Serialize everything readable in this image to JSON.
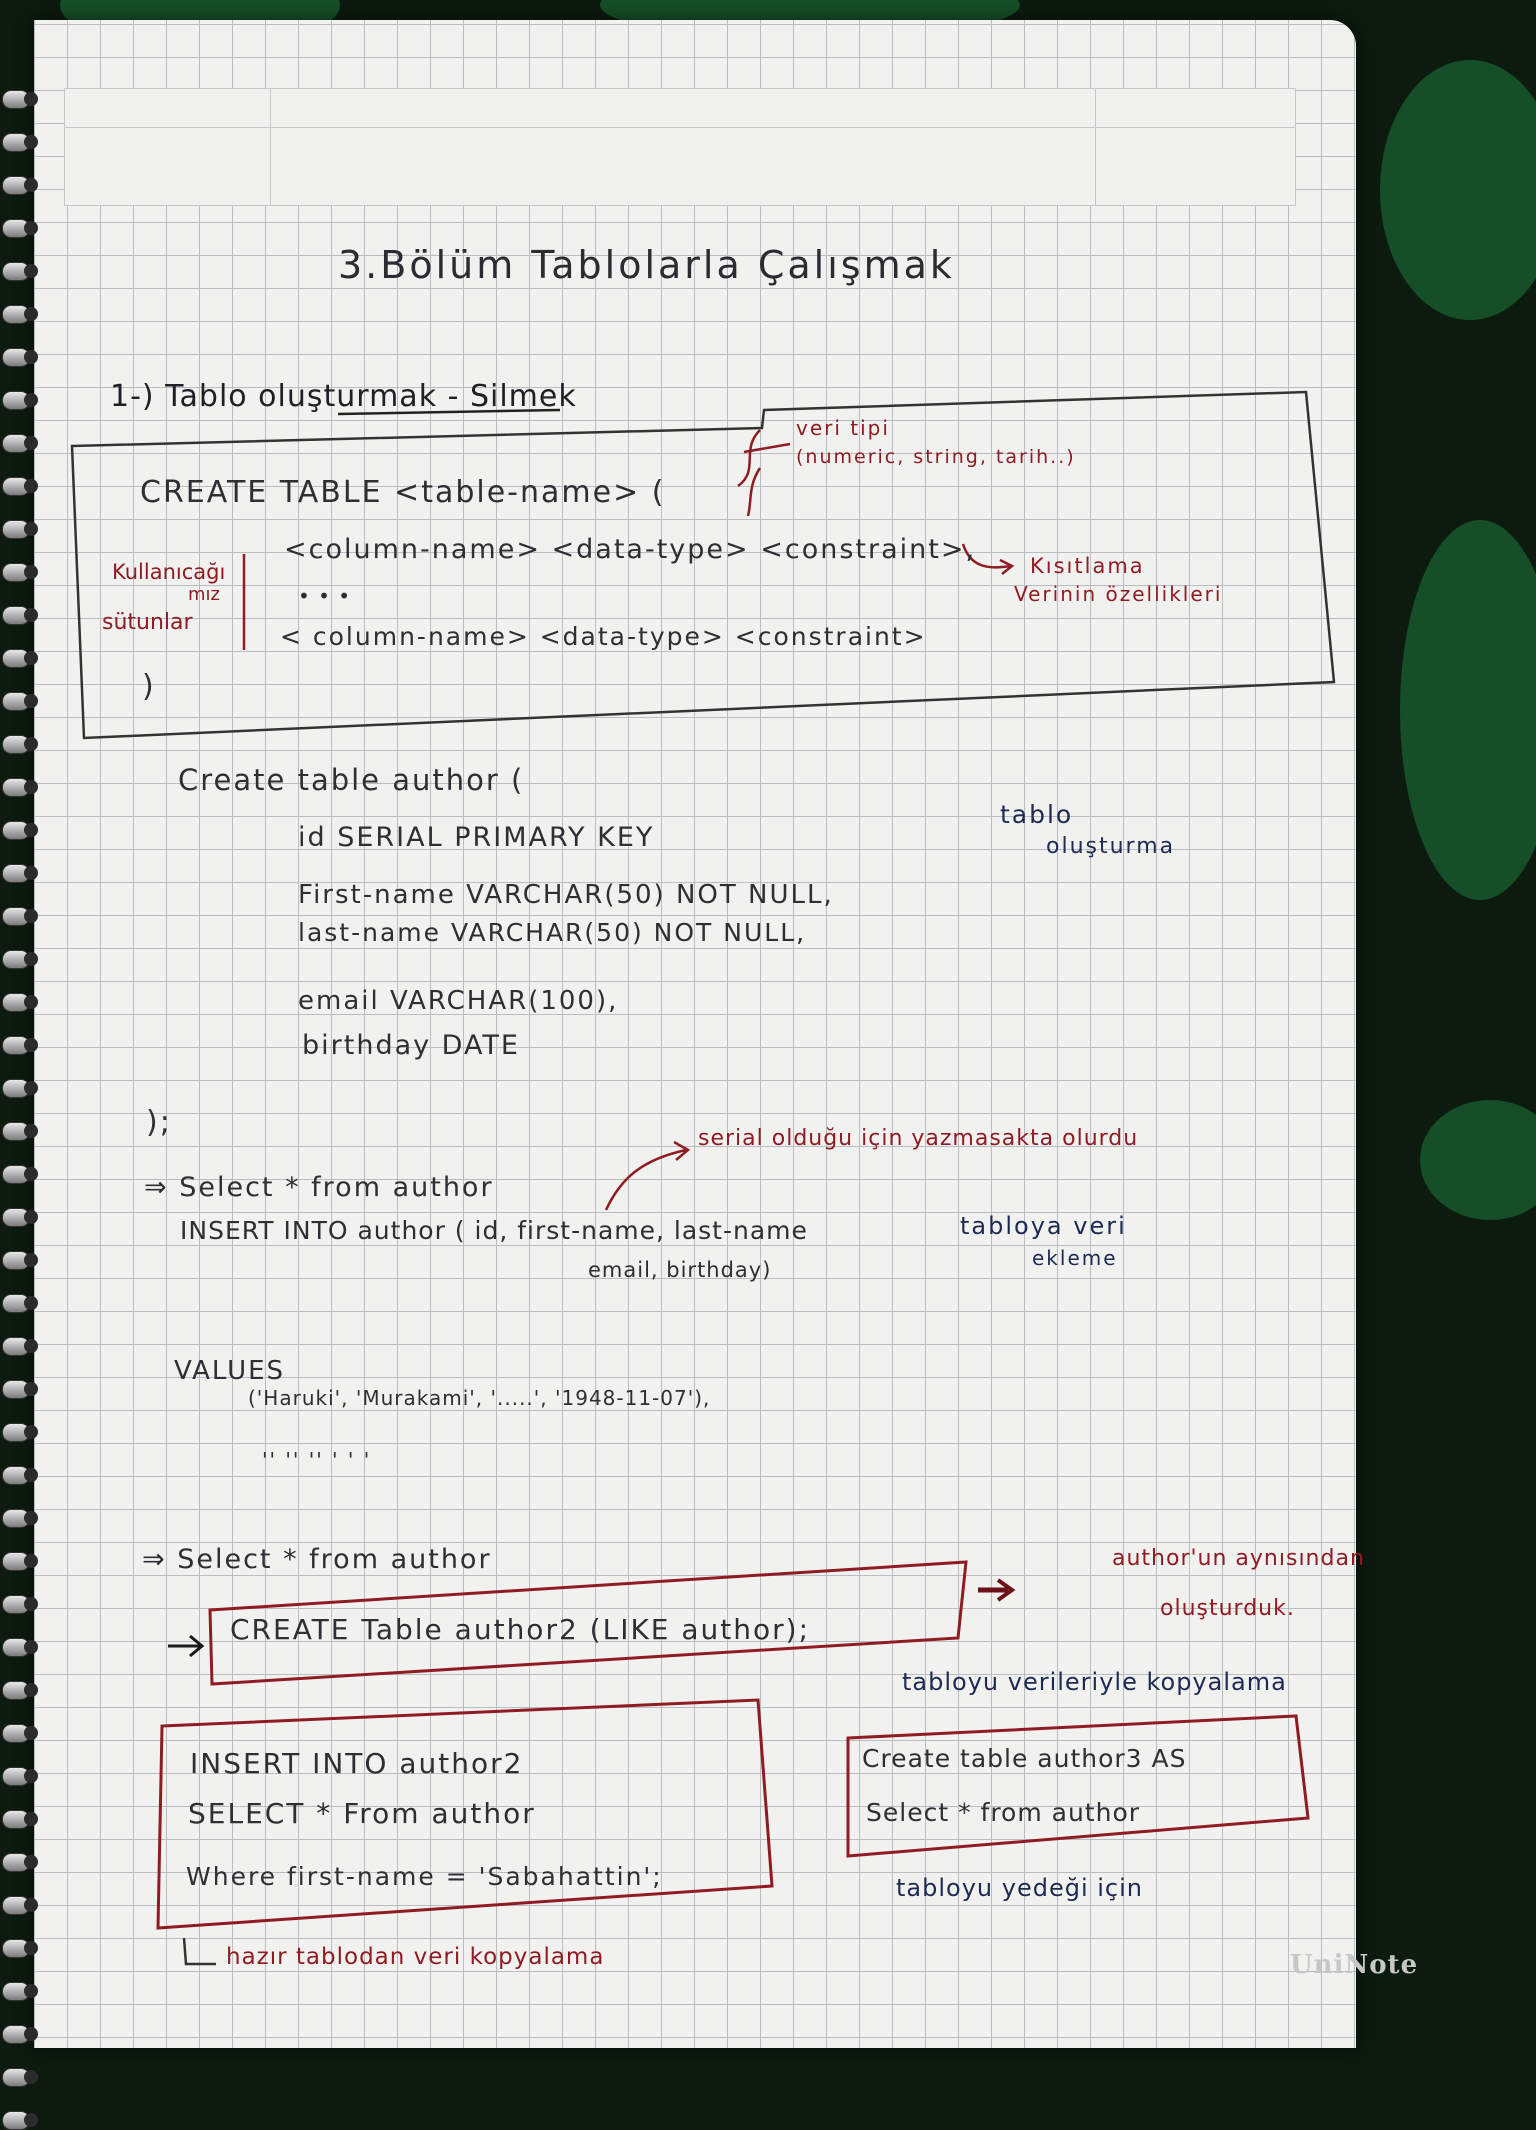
{
  "chapter_title": "3.Bölüm Tablolarla Çalışmak",
  "section_heading": "1-) Tablo oluşturmak - Silmek",
  "syntax": {
    "create_line": "CREATE   TABLE  <table-name> (",
    "column_line1": "<column-name>   <data-type> <constraint>,",
    "ellipsis": "• • •",
    "column_line2": "< column-name> <data-type> <constraint>",
    "close_paren": ")",
    "side_label_line1": "Kullanıcağı",
    "side_label_line2": "mız",
    "side_label_line3": "sütunlar",
    "note_datatype_line1": "veri tipi",
    "note_datatype_line2": "(numeric, string, tarih..)",
    "note_constraint_line1": "Kısıtlama",
    "note_constraint_line2": "Verinin özellikleri"
  },
  "create_author": {
    "open_line": "Create  table  author (",
    "fields": [
      "id  SERIAL   PRIMARY KEY",
      "First-name   VARCHAR(50)  NOT NULL,",
      "last-name    VARCHAR(50)   NOT NULL,",
      "email  VARCHAR(100),",
      "birthday   DATE"
    ],
    "close_line": ");",
    "note_line1": "tablo",
    "note_line2": "oluşturma"
  },
  "select1": "⇒ Select   *   from  author",
  "serial_note": "serial olduğu için yazmasakta olurdu",
  "insert": {
    "line1": "INSERT  INTO  author ( id, first-name, last-name",
    "line2": "email, birthday)",
    "note_line1": "tabloya veri",
    "note_line2": "ekleme",
    "values_label": "VALUES",
    "values_row": "('Haruki', 'Murakami', '.....', '1948-11-07'),",
    "values_ditto": "''       ''       ''  '  '  '"
  },
  "select2": "⇒ Select   *  from  author",
  "like_copy": {
    "statement": "CREATE  Table   author2   (LIKE author);",
    "note_line1": "author'un aynısından",
    "note_line2": "oluşturduk."
  },
  "insert_select": {
    "line1": "INSERT  INTO  author2",
    "line2": "SELECT  *  From  author",
    "line3": "Where  first-name =  'Sabahattin';",
    "caption": "hazır tablodan veri kopyalama"
  },
  "copy_with_data": {
    "heading": "tabloyu verileriyle kopyalama",
    "line1": "Create table  author3  AS",
    "line2": "Select  *  from   author",
    "caption": "tabloyu yedeği için"
  },
  "watermark": "UniNote",
  "colors": {
    "pencil": "#2e2e33",
    "red_ink": "#8f1c22",
    "navy_ink": "#1d2a52",
    "paper": "#f1f1f0",
    "grid": "#b9bcc0"
  }
}
